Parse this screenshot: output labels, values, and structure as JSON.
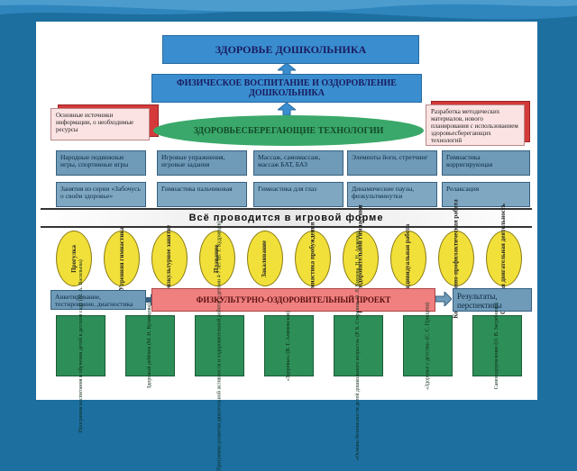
{
  "diagram": {
    "title": "ЗДОРОВЬЕ ДОШКОЛЬНИКА",
    "physical": "ФИЗИЧЕСКОЕ ВОСПИТАНИЕ И ОЗДОРОВЛЕНИЕ ДОШКОЛЬНИКА",
    "technologies": "ЗДОРОВЬЕСБЕРЕГАЮЩИЕ ТЕХНОЛОГИИ",
    "left_note": "Основные источники информации, о необходимые ресурсы",
    "right_note": "Разработка методических материалов, нового планирования с использованием здоровьесберегающих технологий",
    "row1": [
      "Народные подвижные игры, спортивные игры",
      "Игровые упражнения, игровые задания",
      "Массаж, самомассаж, массаж БАТ, БАЗ",
      "Элементы йоги, стретчинг",
      "Гимнастика корригирующая"
    ],
    "row2": [
      "Занятия из серии «Забочусь о своём здоровье»",
      "Гимнастика пальчиковая",
      "Гимнастика для глаз",
      "Динамические паузы, физкультминутки",
      "Релаксация"
    ],
    "game_banner": "Всё проводится в игровой форме",
    "ovals": [
      "Прогулка",
      "Утренняя гимнастика",
      "Физкультурное занятие",
      "Плавание",
      "Закаливание",
      "Гимнастика пробуждения",
      "Кружок оздоровительной гимнастики",
      "Индивидуальная работа",
      "Коррекционно-профилактическая работа",
      "Свободная двигательная деятельность"
    ],
    "project": "ФИЗКУЛЬТУРНО-ОЗДОРОВИТЕЛЬНЫЙ ПРОЕКТ",
    "survey": "Анкетирование, тестирование, диагностика",
    "results": "Результаты, перспективы",
    "programs": [
      "Программа воспитания и обучения детей в детском саду (М. А. Васильева)",
      "Здоровый ребёнок (М. Н. Кузнецова)",
      "Программа развития двигательной активности и оздоровительной работы с детьми 4-7 лет (В. Т. Кудрявцев)",
      "«Здоровье» (В. Г. Алямовская)",
      "«Основы безопасности детей дошкольного возраста» (Р. Б. Стеркина, О. Л. Князева, Н. Н. Авдеева)",
      "«Здоровье с детства» (С. С. Прищепа)",
      "Самооздоровление (О. В. Загребнева)"
    ]
  }
}
